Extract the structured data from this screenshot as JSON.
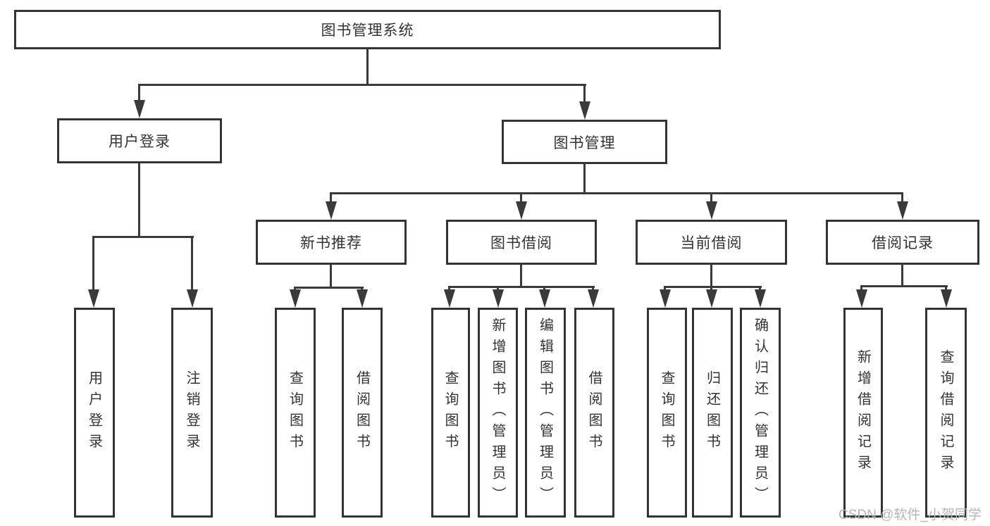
{
  "diagram": {
    "root": {
      "label": "图书管理系统",
      "children": [
        {
          "label": "用户登录",
          "children": [
            {
              "label": "用户登录"
            },
            {
              "label": "注销登录"
            }
          ]
        },
        {
          "label": "图书管理",
          "children": [
            {
              "label": "新书推荐",
              "children": [
                {
                  "label": "查询图书"
                },
                {
                  "label": "借阅图书"
                }
              ]
            },
            {
              "label": "图书借阅",
              "children": [
                {
                  "label": "查询图书"
                },
                {
                  "label": "新增图书（管理员）"
                },
                {
                  "label": "编辑图书（管理员）"
                },
                {
                  "label": "借阅图书"
                }
              ]
            },
            {
              "label": "当前借阅",
              "children": [
                {
                  "label": "查询图书"
                },
                {
                  "label": "归还图书"
                },
                {
                  "label": "确认归还（管理员）"
                }
              ]
            },
            {
              "label": "借阅记录",
              "children": [
                {
                  "label": "新增借阅记录"
                },
                {
                  "label": "查询借阅记录"
                }
              ]
            }
          ]
        }
      ]
    }
  },
  "watermark": {
    "text": "CSDN @软件_小贺同学"
  },
  "colors": {
    "background": "#ffffff",
    "box_border": "#333333",
    "connector_line": "#3a3a3a",
    "box_text": "#333333",
    "watermark_text": "#b5b5b5"
  }
}
